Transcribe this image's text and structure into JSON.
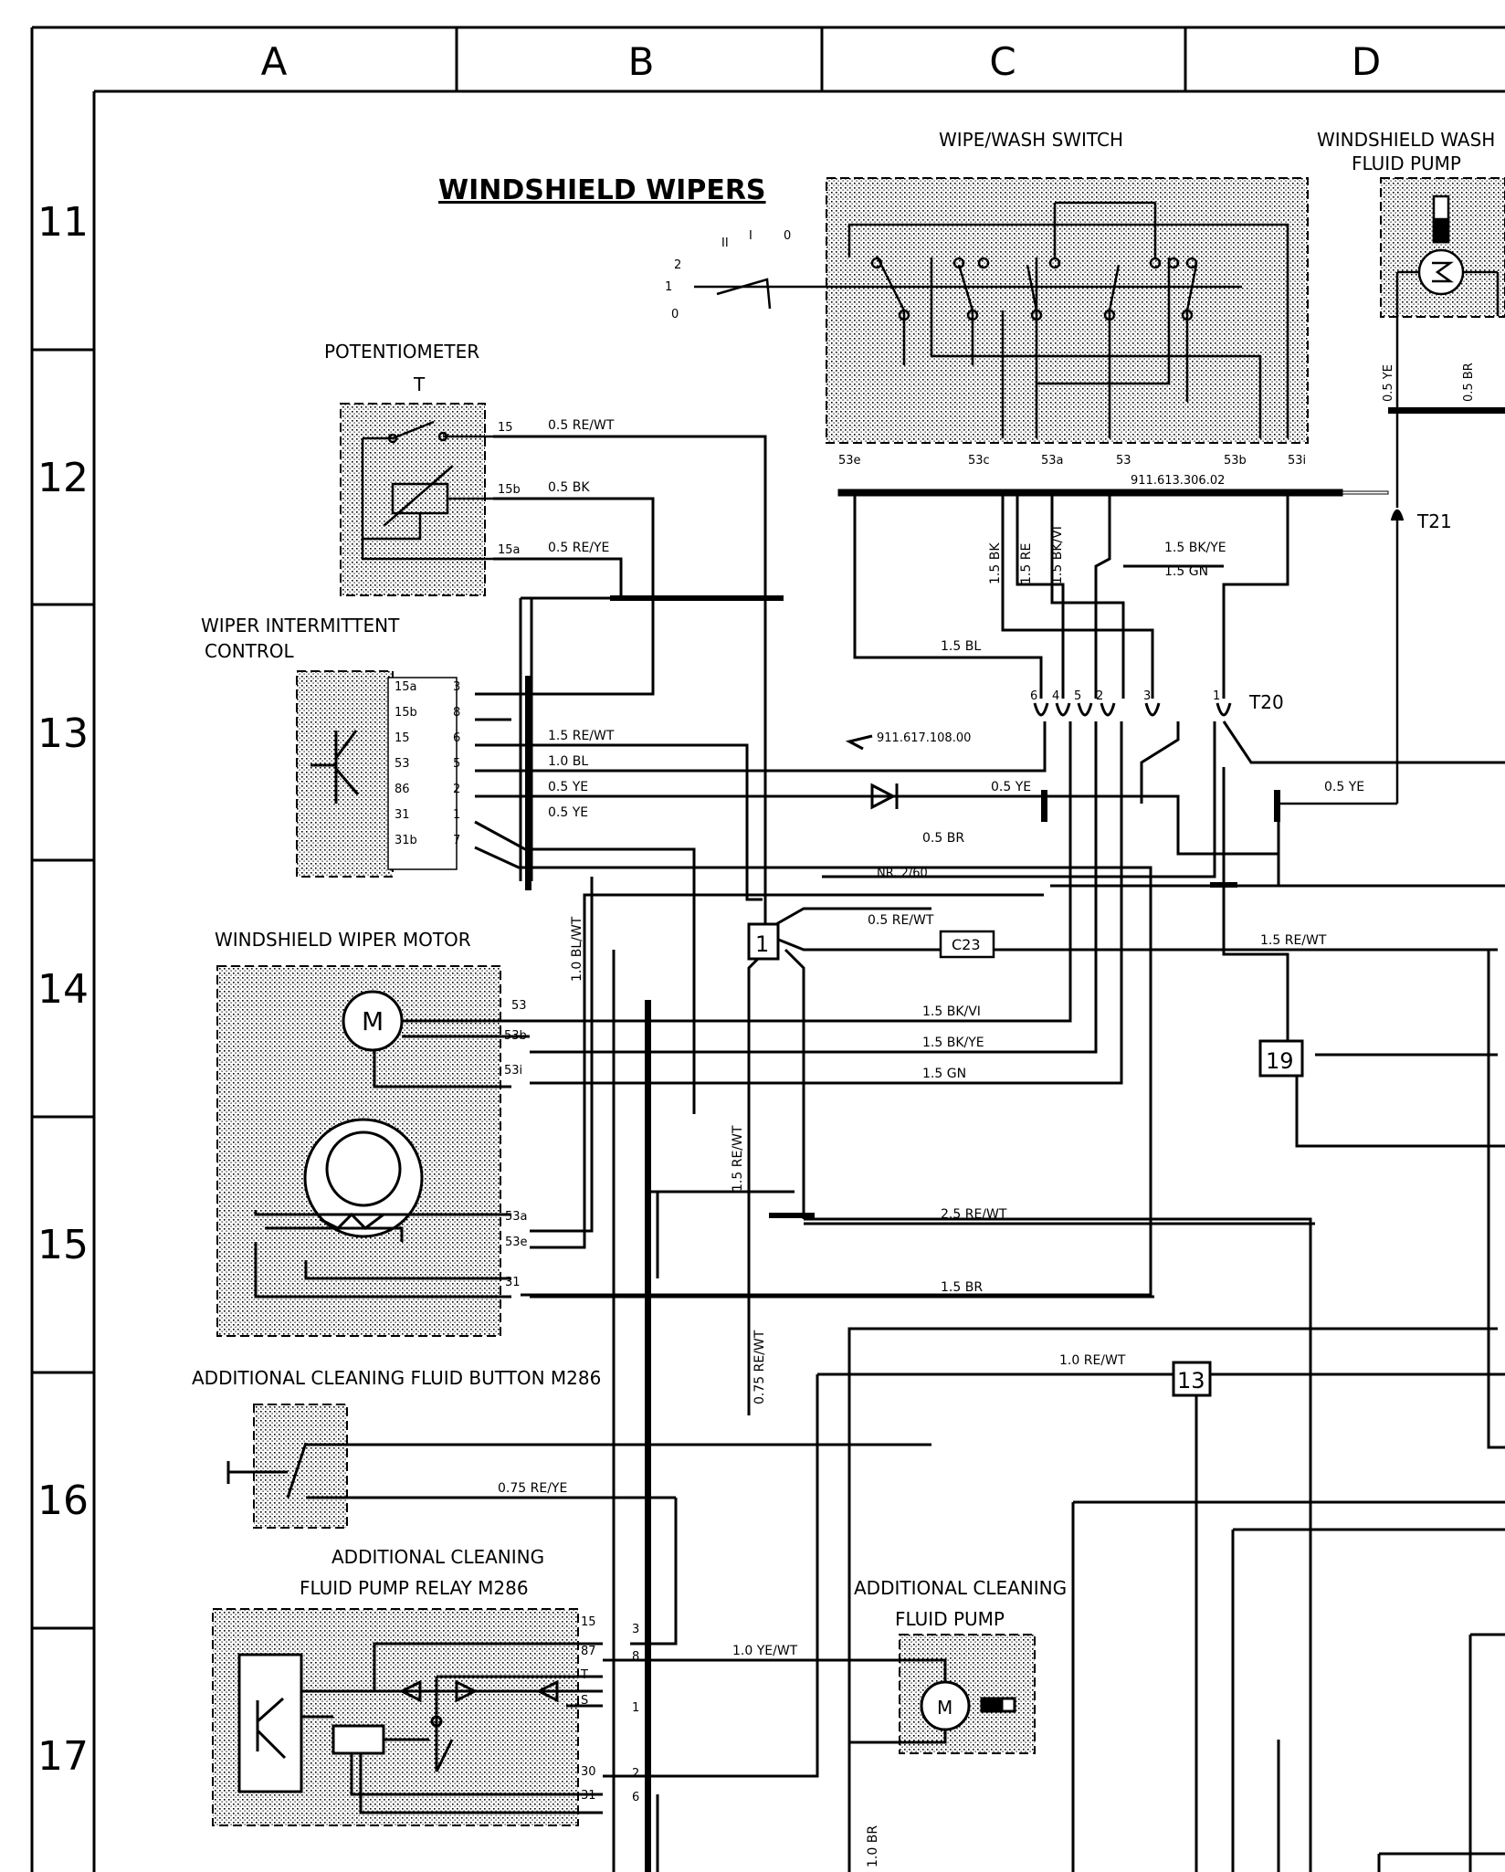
{
  "columns": [
    "A",
    "B",
    "C",
    "D"
  ],
  "rows": [
    "11",
    "12",
    "13",
    "14",
    "15",
    "16",
    "17"
  ],
  "title": "WINDSHIELD WIPERS",
  "components": {
    "wipe_wash_switch": "WIPE/WASH SWITCH",
    "washer_pump_line1": "WINDSHIELD WASH",
    "washer_pump_line2": "FLUID PUMP",
    "potentiometer": "POTENTIOMETER",
    "potentiometer_symbol": "T",
    "intermittent_line1": "WIPER INTERMITTENT",
    "intermittent_line2": "CONTROL",
    "wiper_motor": "WINDSHIELD WIPER MOTOR",
    "cleaning_button": "ADDITIONAL CLEANING FLUID BUTTON M286",
    "relay_line1": "ADDITIONAL CLEANING",
    "relay_line2": "FLUID PUMP RELAY M286",
    "extra_pump_line1": "ADDITIONAL CLEANING",
    "extra_pump_line2": "FLUID PUMP",
    "motor_symbol": "M"
  },
  "switch_positions": [
    "2",
    "1",
    "0",
    "II",
    "I",
    "0"
  ],
  "switch_pins": [
    "53e",
    "53c",
    "53a",
    "53",
    "53b",
    "53i"
  ],
  "part_numbers": {
    "switch": "911.613.306.02",
    "diode": "911.617.108.00",
    "relay_ref": "NR. 2/60"
  },
  "connectors": {
    "t20": "T20",
    "t21": "T21",
    "c23": "C23",
    "c1": "1",
    "c19": "19",
    "c13": "13"
  },
  "t20_pins": [
    "6",
    "4",
    "5",
    "2",
    "3",
    "1"
  ],
  "pot_pins": [
    "15",
    "15b",
    "15a"
  ],
  "intermittent_pins": [
    "15a",
    "15b",
    "15",
    "53",
    "86",
    "31",
    "31b"
  ],
  "intermittent_nums": [
    "3",
    "8",
    "6",
    "5",
    "2",
    "1",
    "7"
  ],
  "motor_pins": [
    "53",
    "53b",
    "53i",
    "53a",
    "53e",
    "31"
  ],
  "relay_pins": [
    "15",
    "87",
    "T",
    "S",
    "30",
    "31"
  ],
  "relay_nums": [
    "3",
    "8",
    "",
    "1",
    "2",
    "6"
  ],
  "wire_labels": {
    "w01": "0.5 RE/WT",
    "w02": "0.5 BK",
    "w03": "0.5 RE/YE",
    "w04": "1.5 RE/WT",
    "w05": "1.0 BL",
    "w06": "0.5 YE",
    "w07": "0.5 YE",
    "w08": "0.5 YE",
    "w09": "0.5 YE",
    "w10": "0.5 BR",
    "w11": "0.5 RE/WT",
    "w12": "1.5 BL",
    "w13": "1.5 BK/YE",
    "w14": "1.5 GN",
    "w15": "1.5 BK",
    "w16": "1.5 RE",
    "w17": "1.5 BK/VI",
    "w18": "0.5 YE",
    "w19": "0.5 BR",
    "w20": "1.5 RE/WT",
    "w21": "1.5 BK/VI",
    "w22": "1.5 BK/YE",
    "w23": "1.5 GN",
    "w24": "1.0 BL/WT",
    "w25": "1.5 RE/WT",
    "w26": "2.5 RE/WT",
    "w27": "1.5 BR",
    "w28": "1.0 RE/WT",
    "w29": "0.75 RE/WT",
    "w30": "0.75 RE/YE",
    "w31": "1.0 YE/WT",
    "w32": "1.0 BR"
  }
}
